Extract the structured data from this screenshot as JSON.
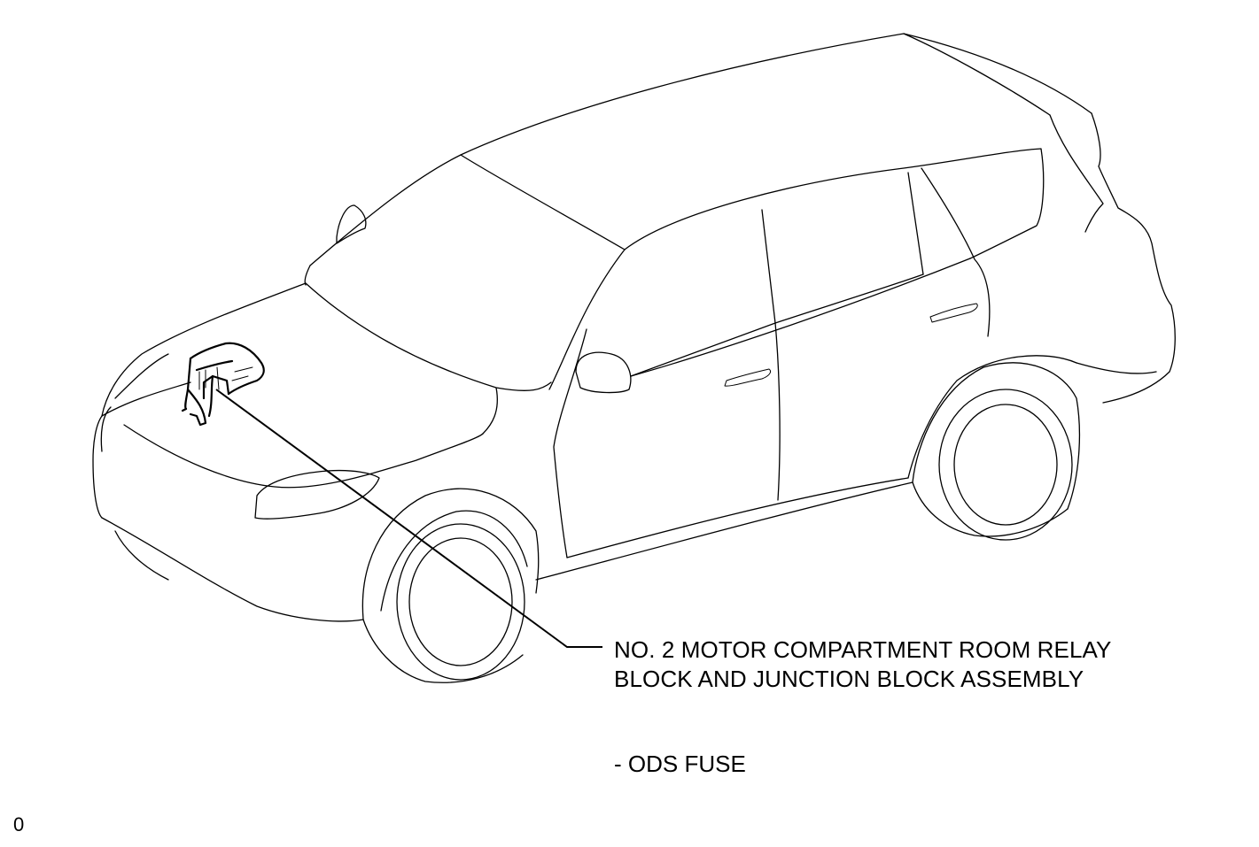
{
  "callout": {
    "line1": "NO. 2 MOTOR COMPARTMENT ROOM RELAY",
    "line2": "BLOCK AND JUNCTION BLOCK ASSEMBLY"
  },
  "sub_item": "- ODS FUSE",
  "figure_index": "0",
  "icons": {
    "vehicle": "suv-outline-drawing",
    "component": "relay-junction-block-drawing"
  }
}
